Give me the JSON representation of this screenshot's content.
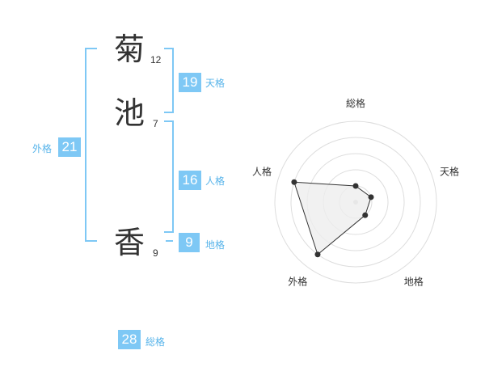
{
  "name": {
    "characters": [
      {
        "char": "菊",
        "strokes": "12"
      },
      {
        "char": "池",
        "strokes": "7"
      },
      {
        "char": "香",
        "strokes": "9"
      }
    ]
  },
  "fortunes": {
    "tenkaku": {
      "value": "19",
      "label": "天格"
    },
    "jinkaku": {
      "value": "16",
      "label": "人格"
    },
    "chikaku": {
      "value": "9",
      "label": "地格"
    },
    "gaikaku": {
      "value": "21",
      "label": "外格"
    },
    "soukaku": {
      "value": "28",
      "label": "総格"
    }
  },
  "colors": {
    "bracket": "#7ec8f5",
    "badge": "#7ec8f5",
    "badge_label": "#58b4ea",
    "grid": "#dddddd",
    "polygon_fill": "#eeeeee",
    "polygon_stroke": "#333333"
  },
  "chart_data": {
    "type": "radar",
    "axes": [
      "総格",
      "天格",
      "地格",
      "外格",
      "人格"
    ],
    "values": [
      1,
      1,
      1,
      4,
      4
    ],
    "rmax": 5
  }
}
